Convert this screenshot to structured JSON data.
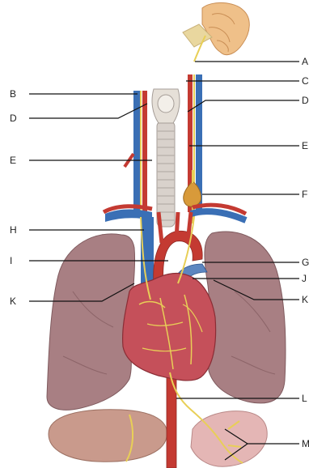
{
  "labels": {
    "A": "A",
    "B": "B",
    "C": "C",
    "D_left": "D",
    "D_right": "D",
    "E_left": "E",
    "E_right": "E",
    "F": "F",
    "G": "G",
    "H": "H",
    "I": "I",
    "J": "J",
    "K_left": "K",
    "K_right": "K",
    "L": "L",
    "M": "M"
  },
  "colors": {
    "lung": "#a87f83",
    "heart": "#c5505a",
    "artery": "#c43a32",
    "vein": "#3a6fb5",
    "nerve": "#e8cf57",
    "trachea": "#d9d2cc",
    "brain": "#efc089",
    "stomach": "#e4b6b5",
    "liver": "#c99a8c"
  }
}
